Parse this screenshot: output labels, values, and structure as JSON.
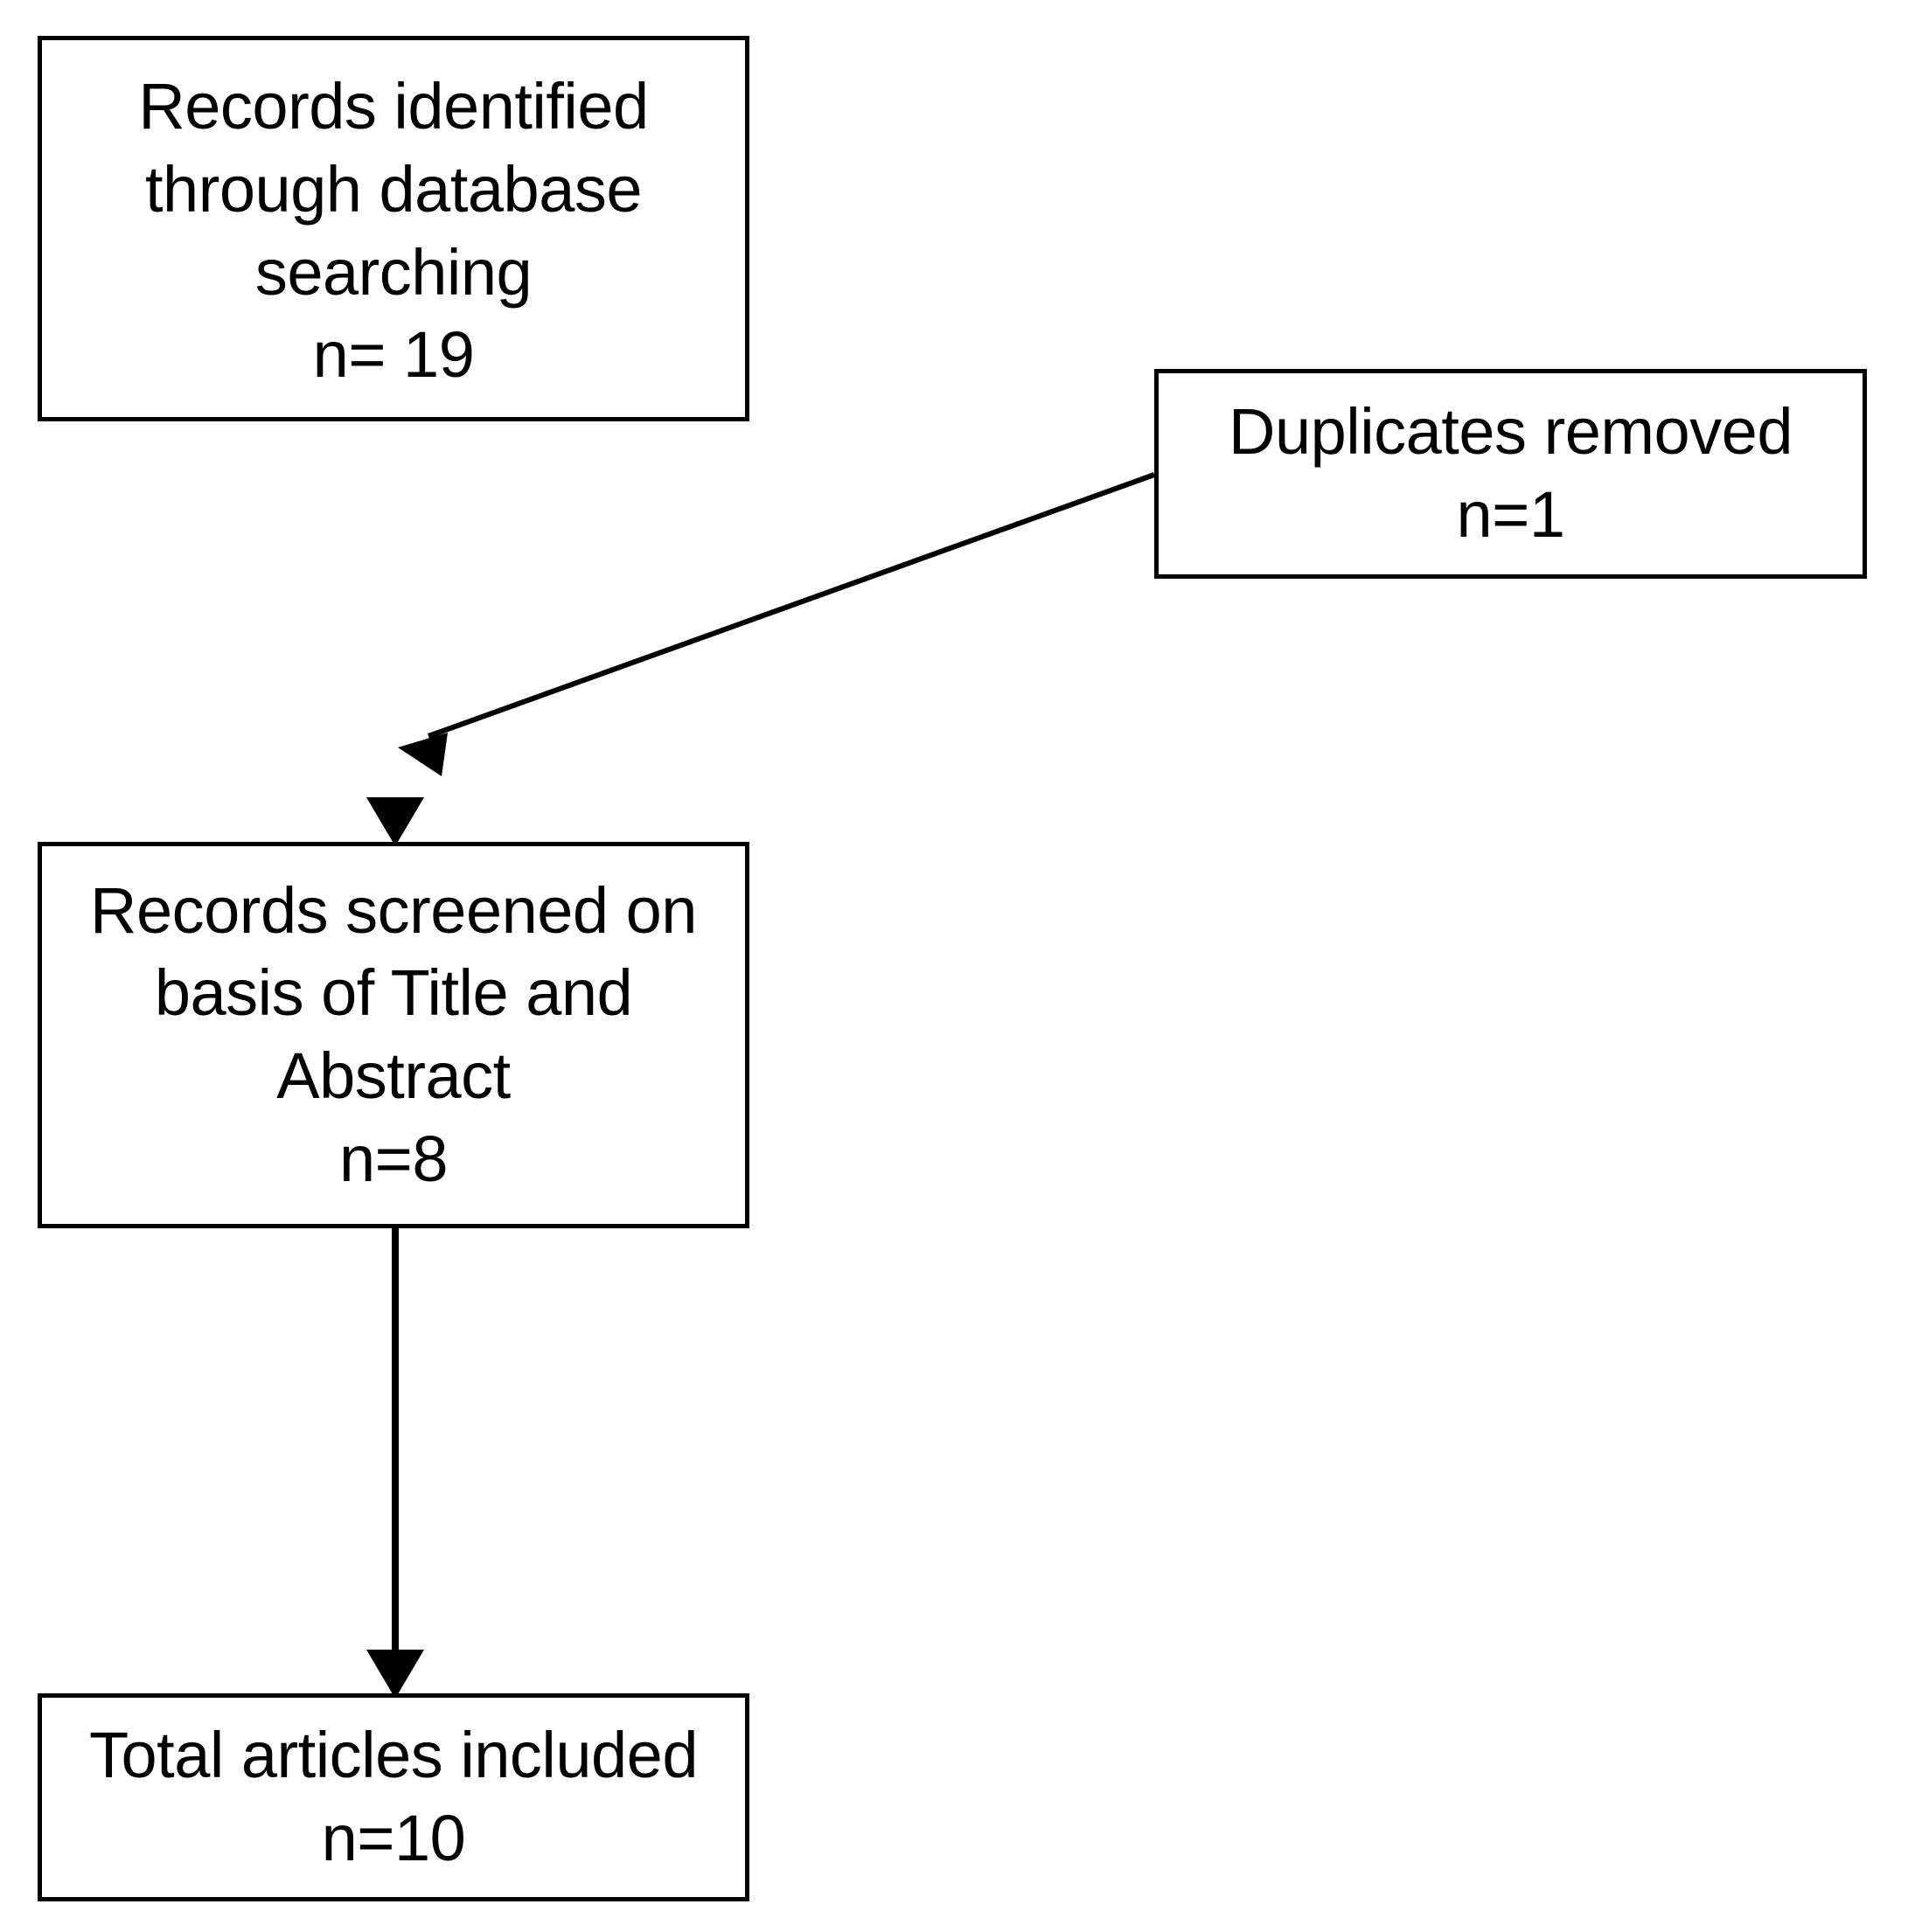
{
  "diagram": {
    "type": "prisma-flow-diagram",
    "background_color": "#ffffff",
    "line_color": "#000000",
    "faded_line_color": "#8c8c8c",
    "boxes": [
      {
        "id": "records-identified",
        "lines": [
          "Records identified",
          "through database",
          "searching",
          "n= 19"
        ],
        "count_label": "n= 19",
        "count": 19
      },
      {
        "id": "duplicates-removed",
        "lines": [
          "Duplicates removed",
          "n=1"
        ],
        "count_label": "n=1",
        "count": 1
      },
      {
        "id": "records-screened",
        "lines": [
          "Records screened on",
          "basis of Title and",
          "Abstract",
          "n=8"
        ],
        "count_label": "n=8",
        "count": 8
      },
      {
        "id": "total-articles-included",
        "lines": [
          "Total articles included",
          "n=10"
        ],
        "count_label": "n=10",
        "count": 10
      }
    ],
    "connectors": [
      {
        "id": "identified-to-screened",
        "from": "records-identified",
        "to": "records-screened",
        "style": "vertical-arrow"
      },
      {
        "id": "duplicates-to-flow",
        "from": "duplicates-removed",
        "to": "identified-to-screened",
        "style": "diagonal-arrow"
      },
      {
        "id": "screened-to-included",
        "from": "records-screened",
        "to": "total-articles-included",
        "style": "vertical-arrow"
      }
    ]
  }
}
